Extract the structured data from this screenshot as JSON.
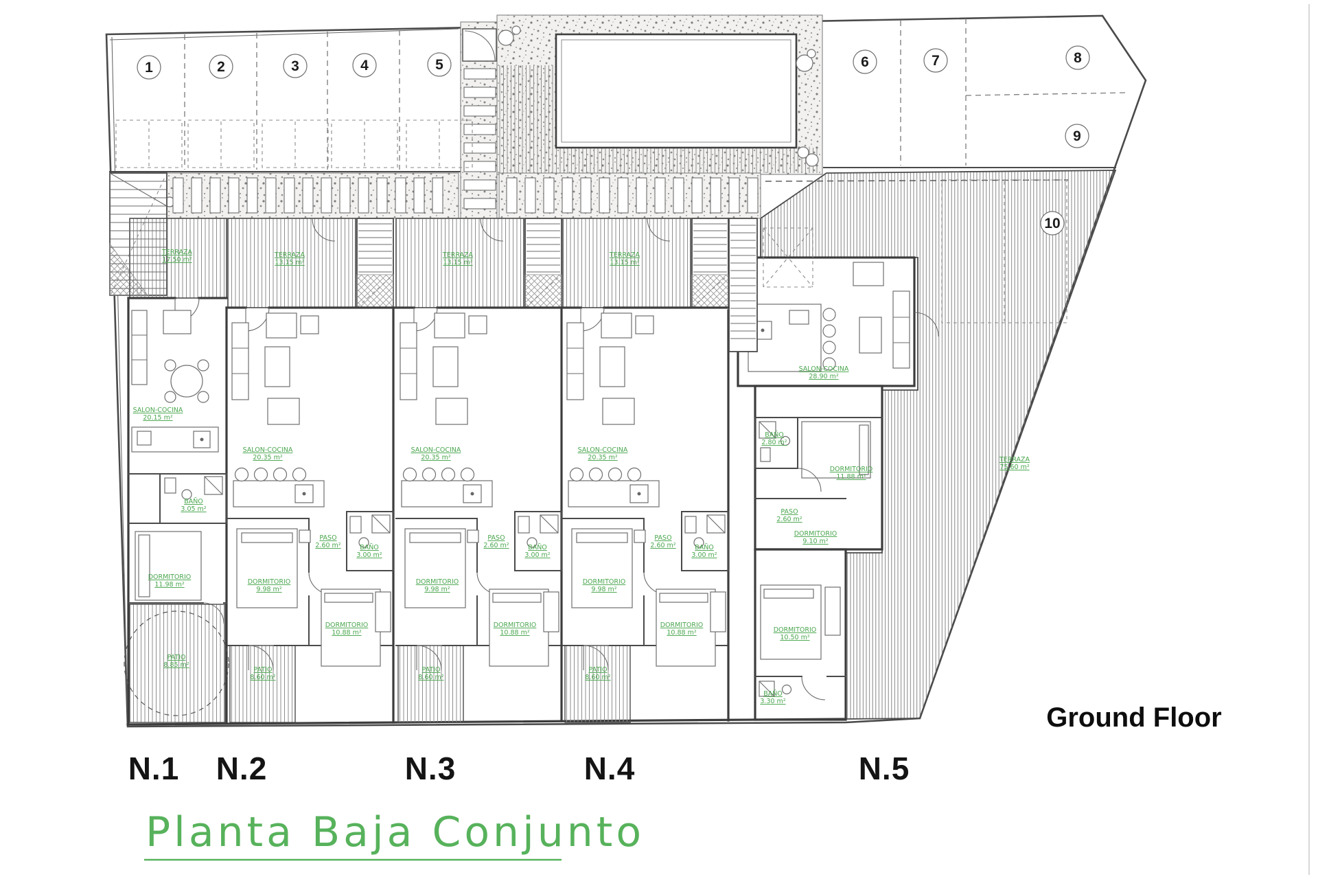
{
  "colors": {
    "label_green": "#4aa64e",
    "title_green": "#57b25b",
    "ink": "#3c3c3c"
  },
  "title": {
    "plan_title": "Planta Baja Conjunto",
    "floor_label": "Ground Floor"
  },
  "parking": {
    "spaces": [
      {
        "number": "1"
      },
      {
        "number": "2"
      },
      {
        "number": "3"
      },
      {
        "number": "4"
      },
      {
        "number": "5"
      },
      {
        "number": "6"
      },
      {
        "number": "7"
      },
      {
        "number": "8"
      },
      {
        "number": "9"
      },
      {
        "number": "10"
      }
    ]
  },
  "units": [
    {
      "name": "N.1",
      "rooms": [
        {
          "label": "TERRAZA",
          "area": "17.50 m²"
        },
        {
          "label": "SALON-COCINA",
          "area": "20.15 m²"
        },
        {
          "label": "BAÑO",
          "area": "3.05 m²"
        },
        {
          "label": "DORMITORIO",
          "area": "11.98 m²"
        },
        {
          "label": "PATIO",
          "area": "8.85 m²"
        }
      ]
    },
    {
      "name": "N.2",
      "rooms": [
        {
          "label": "TERRAZA",
          "area": "13.15 m²"
        },
        {
          "label": "SALON-COCINA",
          "area": "20.35 m²"
        },
        {
          "label": "PASO",
          "area": "2.60 m²"
        },
        {
          "label": "BAÑO",
          "area": "3.00 m²"
        },
        {
          "label": "DORMITORIO",
          "area": "9.98 m²"
        },
        {
          "label": "DORMITORIO",
          "area": "10.88 m²"
        },
        {
          "label": "PATIO",
          "area": "8.60 m²"
        }
      ]
    },
    {
      "name": "N.3",
      "rooms": [
        {
          "label": "TERRAZA",
          "area": "13.15 m²"
        },
        {
          "label": "SALON-COCINA",
          "area": "20.35 m²"
        },
        {
          "label": "PASO",
          "area": "2.60 m²"
        },
        {
          "label": "BAÑO",
          "area": "3.00 m²"
        },
        {
          "label": "DORMITORIO",
          "area": "9.98 m²"
        },
        {
          "label": "DORMITORIO",
          "area": "10.88 m²"
        },
        {
          "label": "PATIO",
          "area": "8.60 m²"
        }
      ]
    },
    {
      "name": "N.4",
      "rooms": [
        {
          "label": "TERRAZA",
          "area": "13.15 m²"
        },
        {
          "label": "SALON-COCINA",
          "area": "20.35 m²"
        },
        {
          "label": "PASO",
          "area": "2.60 m²"
        },
        {
          "label": "BAÑO",
          "area": "3.00 m²"
        },
        {
          "label": "DORMITORIO",
          "area": "9.98 m²"
        },
        {
          "label": "DORMITORIO",
          "area": "10.88 m²"
        },
        {
          "label": "PATIO",
          "area": "8.60 m²"
        }
      ]
    },
    {
      "name": "N.5",
      "rooms": [
        {
          "label": "SALON-COCINA",
          "area": "28.90 m²"
        },
        {
          "label": "BAÑO",
          "area": "2.80 m²"
        },
        {
          "label": "PASO",
          "area": "2.60 m²"
        },
        {
          "label": "DORMITORIO",
          "area": "11.88 m²"
        },
        {
          "label": "DORMITORIO",
          "area": "9.10 m²"
        },
        {
          "label": "DORMITORIO",
          "area": "10.50 m²"
        },
        {
          "label": "BAÑO",
          "area": "3.30 m²"
        },
        {
          "label": "TERRAZA",
          "area": "75.60 m²"
        }
      ]
    }
  ]
}
